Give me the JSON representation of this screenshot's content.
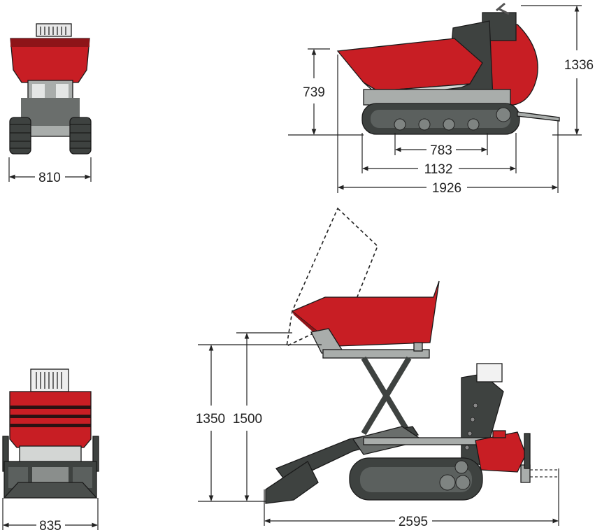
{
  "dimensions": {
    "front_width": "810",
    "side_height_total": "1336",
    "side_skip_height": "739",
    "side_sprocket_distance": "783",
    "side_track_length": "1132",
    "side_total_length": "1926",
    "rear_width": "835",
    "lift_height_1": "1350",
    "lift_height_2": "1500",
    "lift_total_length": "2595"
  },
  "colors": {
    "body_red": "#c81e24",
    "chassis_dark": "#3e4240",
    "metal_grey": "#a9adab",
    "background": "#ffffff"
  }
}
